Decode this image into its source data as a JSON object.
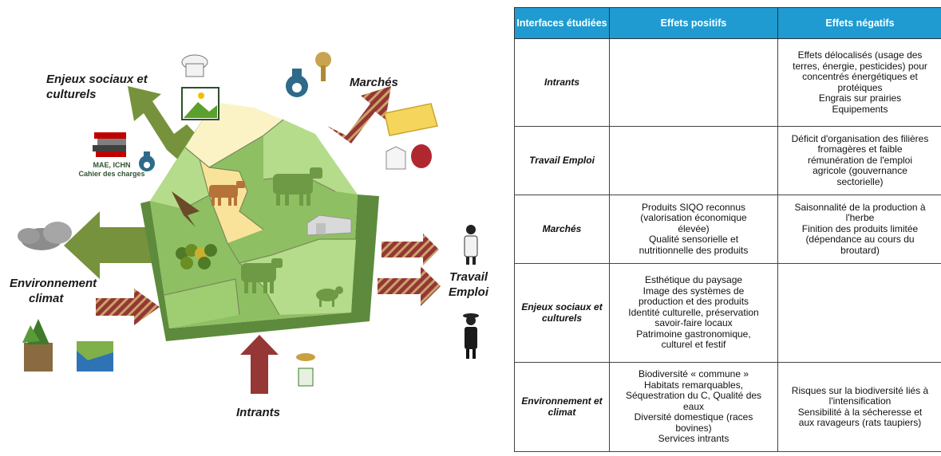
{
  "diagram": {
    "labels": {
      "enjeux": [
        "Enjeux sociaux et",
        "culturels"
      ],
      "marches": "Marchés",
      "environnement": [
        "Environnement",
        "climat"
      ],
      "travail": [
        "Travail",
        "Emploi"
      ],
      "intrants": "Intrants",
      "mae": [
        "MAE, ICHN",
        "Cahier des charges"
      ]
    },
    "colors": {
      "green_arrow": "#76923c",
      "red_arrow": "#953735",
      "field_light": "#b5dc8a",
      "field_mid": "#8fbf63",
      "field_dark": "#6f9f48",
      "field_yellow": "#f9e39a",
      "field_pale": "#fbf3c6",
      "header_blue": "#1f9bd1"
    },
    "icons": [
      "chef-hat-icon",
      "landscape-icon",
      "money-bag-icon",
      "cheese-icon",
      "milk-icon",
      "meat-icon",
      "books-icon",
      "cloud-icon",
      "plants-icon",
      "river-icon",
      "farmer-icon",
      "feed-icon",
      "cow-icon",
      "sheep-icon",
      "bird-icon",
      "trees-icon",
      "farm-building-icon"
    ]
  },
  "table": {
    "headers": [
      "Interfaces étudiées",
      "Effets positifs",
      "Effets négatifs"
    ],
    "rows": [
      {
        "name": "Intrants",
        "positive": [],
        "negative": [
          "Effets délocalisés (usage des",
          "terres, énergie, pesticides) pour",
          "concentrés énergétiques et",
          "protéiques",
          "Engrais sur prairies",
          "Equipements"
        ]
      },
      {
        "name": "Travail Emploi",
        "positive": [],
        "negative": [
          "Déficit d'organisation des filières",
          "fromagères et faible",
          "rémunération de l'emploi",
          "agricole (gouvernance",
          "sectorielle)"
        ]
      },
      {
        "name": "Marchés",
        "positive": [
          "Produits SIQO reconnus",
          "(valorisation économique",
          "élevée)",
          "Qualité sensorielle et",
          "nutritionnelle des produits"
        ],
        "negative": [
          "Saisonnalité de la production à",
          "l'herbe",
          "Finition des produits limitée",
          "(dépendance au cours du",
          "broutard)"
        ]
      },
      {
        "name": "Enjeux sociaux et culturels",
        "positive": [
          "Esthétique du paysage",
          "Image des systèmes de",
          "production et des produits",
          "Identité culturelle, préservation",
          "savoir-faire locaux",
          "Patrimoine gastronomique,",
          "culturel et festif"
        ],
        "negative": []
      },
      {
        "name": "Environnement et climat",
        "positive": [
          "Biodiversité « commune »",
          "Habitats remarquables,",
          "Séquestration du C, Qualité des",
          "eaux",
          "Diversité domestique (races",
          "bovines)",
          "Services intrants"
        ],
        "negative": [
          "Risques sur la biodiversité liés à",
          "l'intensification",
          "Sensibilité à la sécheresse et",
          "aux ravageurs (rats taupiers)"
        ]
      }
    ]
  }
}
